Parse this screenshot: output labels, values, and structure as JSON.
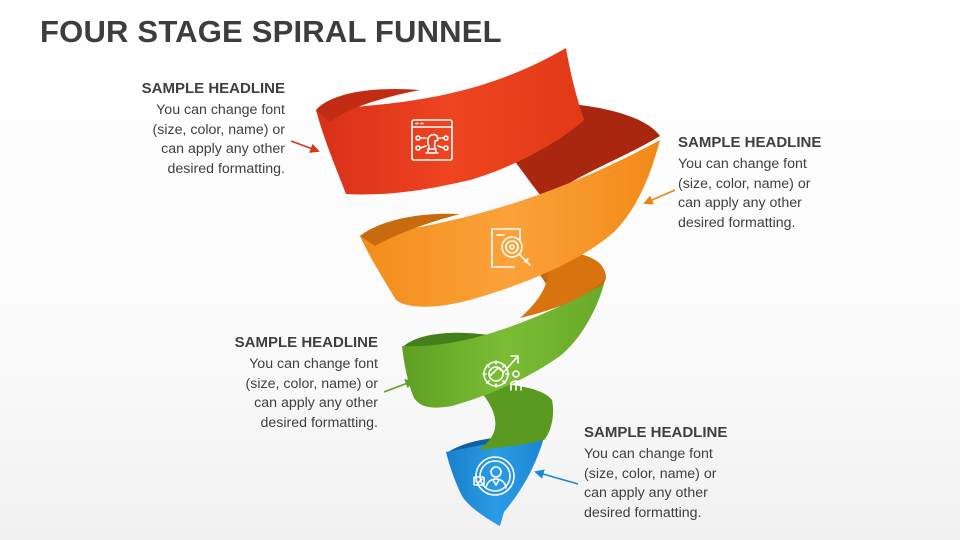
{
  "title": "FOUR STAGE SPIRAL FUNNEL",
  "stages": [
    {
      "headline": "SAMPLE HEADLINE",
      "body": "You can change font\n(size, color, name) or\ncan apply any other\ndesired formatting.",
      "color": "#e93d19",
      "dark_color": "#a8240f",
      "icon": "chess-strategy-icon"
    },
    {
      "headline": "SAMPLE HEADLINE",
      "body": "You can change font\n(size, color, name) or\ncan apply any other\ndesired formatting.",
      "color": "#f7941e",
      "dark_color": "#c7630a",
      "icon": "target-search-icon"
    },
    {
      "headline": "SAMPLE HEADLINE",
      "body": "You can change font\n(size, color, name) or\ncan apply any other\ndesired formatting.",
      "color": "#6aaa2a",
      "dark_color": "#3c7517",
      "icon": "gear-growth-icon"
    },
    {
      "headline": "SAMPLE HEADLINE",
      "body": "You can change font\n(size, color, name) or\ncan apply any other\ndesired formatting.",
      "color": "#1b8ad6",
      "dark_color": "#0f5c9c",
      "icon": "customer-profile-icon"
    }
  ]
}
